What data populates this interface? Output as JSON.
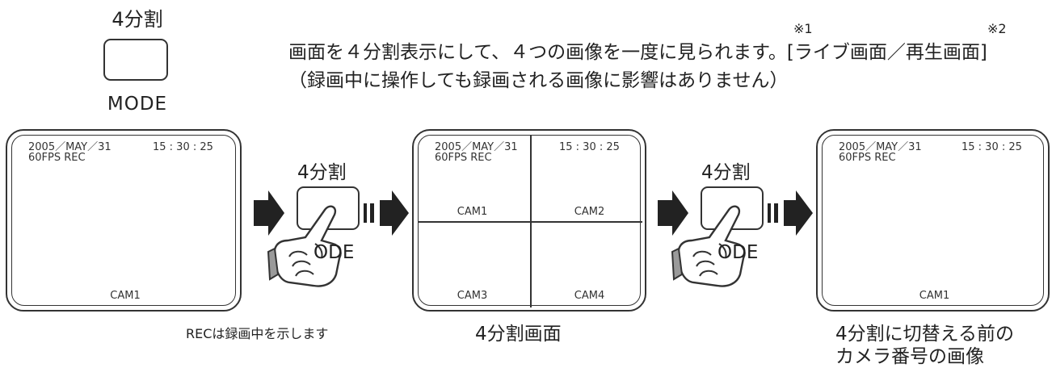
{
  "header": {
    "button_label": "4分割",
    "button_sublabel": "MODE",
    "description_line1": "画面を４分割表示にして、４つの画像を一度に見られます。[ライブ画面／再生画面]",
    "description_line2": "（録画中に操作しても録画される画像に影響はありません）",
    "note1": "※1",
    "note2": "※2"
  },
  "screens": {
    "left": {
      "date": "2005／MAY／31",
      "time": "15 : 30 : 25",
      "fps": "60FPS   REC",
      "cam": "CAM1"
    },
    "center": {
      "date": "2005／MAY／31",
      "time": "15 : 30 : 25",
      "fps": "60FPS   REC",
      "cams": [
        "CAM1",
        "CAM2",
        "CAM3",
        "CAM4"
      ]
    },
    "right": {
      "date": "2005／MAY／31",
      "time": "15 : 30 : 25",
      "fps": "60FPS   REC",
      "cam": "CAM1"
    }
  },
  "steps": {
    "button_label": "4分割",
    "button_sublabel": "MODE",
    "button_sublabel_visible": "ODE"
  },
  "captions": {
    "left": "RECは録画中を示します",
    "center": "4分割画面",
    "right_line1": "4分割に切替える前の",
    "right_line2": "カメラ番号の画像"
  }
}
